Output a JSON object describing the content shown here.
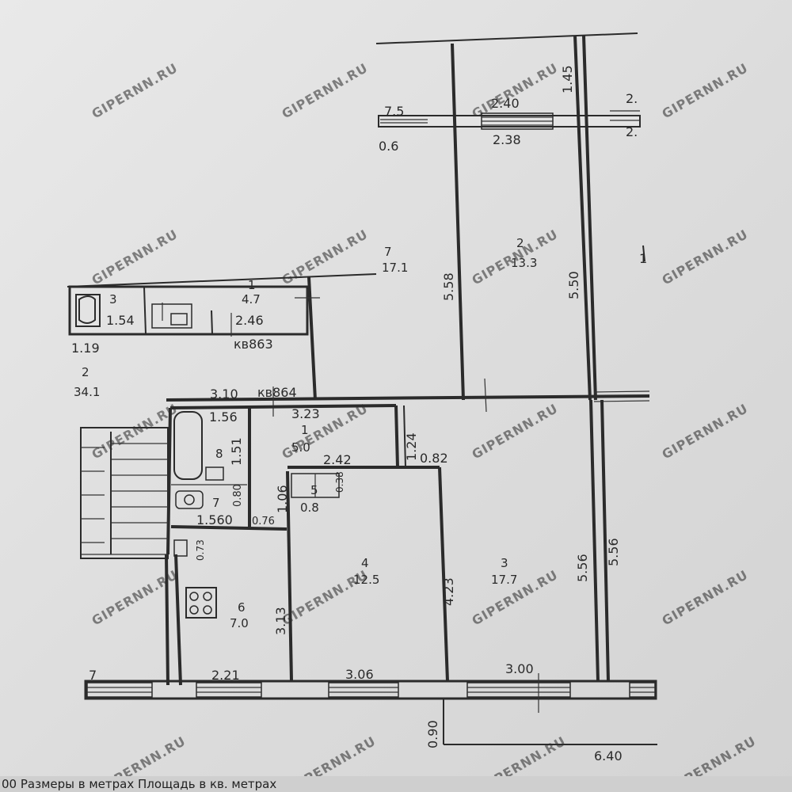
{
  "rooms": [
    {
      "id": "r7",
      "number": "7",
      "area": "17.1"
    },
    {
      "id": "r2top",
      "number": "2",
      "area": "13.3"
    },
    {
      "id": "r1top",
      "number": "1",
      "area": "4.7"
    },
    {
      "id": "r3bath",
      "number": "3"
    },
    {
      "id": "r2left",
      "number": "2",
      "area": "34.1"
    },
    {
      "id": "r8",
      "number": "8"
    },
    {
      "id": "r1mid",
      "number": "1",
      "area": "5.0"
    },
    {
      "id": "r5",
      "number": "5",
      "area": "0.8"
    },
    {
      "id": "r7small",
      "number": "7"
    },
    {
      "id": "r6",
      "number": "6",
      "area": "7.0"
    },
    {
      "id": "r4",
      "number": "4",
      "area": "12.5"
    },
    {
      "id": "r3big",
      "number": "3",
      "area": "17.7"
    }
  ],
  "dimensions": {
    "d_7_5": "7.5",
    "d_2_40": "2.40",
    "d_1_45": "1.45",
    "d_2_a": "2.",
    "d_2_b": "2.",
    "d_2_38": "2.38",
    "d_0_6": "0.6",
    "d_5_58": "5.58",
    "d_5_50": "5.50",
    "d_1_54": "1.54",
    "d_2_46": "2.46",
    "d_1_19": "1.19",
    "d_kv863": "кв863",
    "d_3_10": "3.10",
    "d_kv864": "кв864",
    "d_1_56": "1.56",
    "d_3_23": "3.23",
    "d_1_24": "1.24",
    "d_0_82": "0.82",
    "d_2_42": "2.42",
    "d_0_38": "0.38",
    "d_1_51": "1.51",
    "d_1_06": "1.06",
    "d_0_80": "0.80",
    "d_1_560": "1.560",
    "d_0_76": "0.76",
    "d_0_73": "0.73",
    "d_5_56a": "5.56",
    "d_5_56b": "5.56",
    "d_4_23": "4.23",
    "d_3_13": "3.13",
    "d_2_21": "2.21",
    "d_3_06": "3.06",
    "d_3_00": "3.00",
    "d_0_90": "0.90",
    "d_6_40": "6.40",
    "d_7_edge": "7",
    "d_i": "1"
  },
  "watermark": "GIPERNN.RU",
  "caption": "00  Размеры в метрах    Площадь в кв. метрах"
}
